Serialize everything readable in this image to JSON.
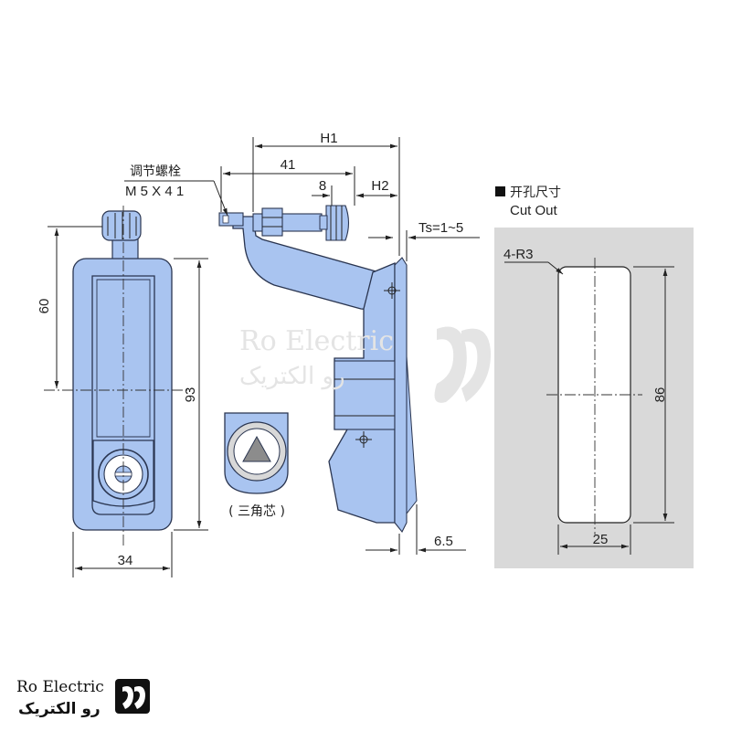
{
  "watermark": {
    "en": "Ro Electric",
    "fa": "رو الکتریک"
  },
  "logo": {
    "en": "Ro Electric",
    "fa": "رو الکتریک"
  },
  "front_view": {
    "width_dim": "34",
    "height_dim": "93",
    "handle_dim": "60",
    "bolt_label_cn": "调节螺栓",
    "bolt_label_spec": "M 5 X 4 1"
  },
  "side_view": {
    "h1": "H1",
    "dim_41": "41",
    "dim_8": "8",
    "h2": "H2",
    "ts": "Ts=1~5",
    "dim_6_5": "6.5"
  },
  "insert_view": {
    "label": "( 三角芯 )"
  },
  "cutout": {
    "title_cn": "开孔尺寸",
    "title_en": "Cut Out",
    "radius": "4-R3",
    "width_dim": "25",
    "height_dim": "86",
    "colors": {
      "panel": "#d9d9d9",
      "hole": "#ffffff"
    }
  },
  "colors": {
    "body": "#a9c4f0",
    "outline": "#2a3550"
  }
}
